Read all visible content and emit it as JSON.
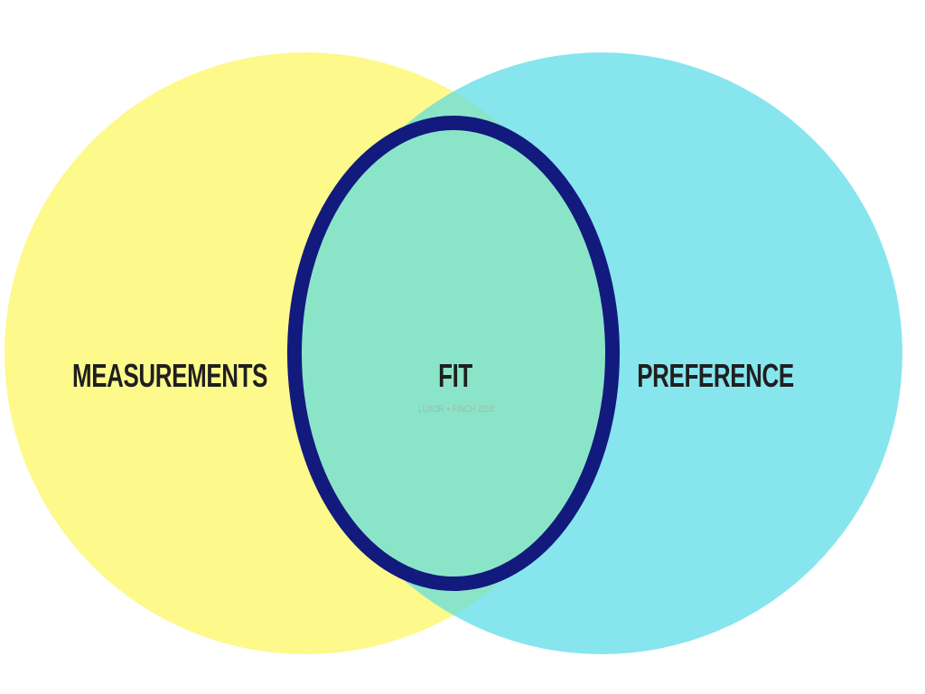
{
  "diagram": {
    "type": "venn",
    "sets": [
      {
        "id": "left",
        "label": "MEASUREMENTS",
        "color": "#fdf98b"
      },
      {
        "id": "right",
        "label": "PREFERENCE",
        "color": "#87e5ee"
      }
    ],
    "intersection": {
      "label": "FIT",
      "fill_color": "#8ae5c8",
      "outline_color": "#121a7e"
    },
    "credit": "LUXOR + FINCH 2018"
  }
}
